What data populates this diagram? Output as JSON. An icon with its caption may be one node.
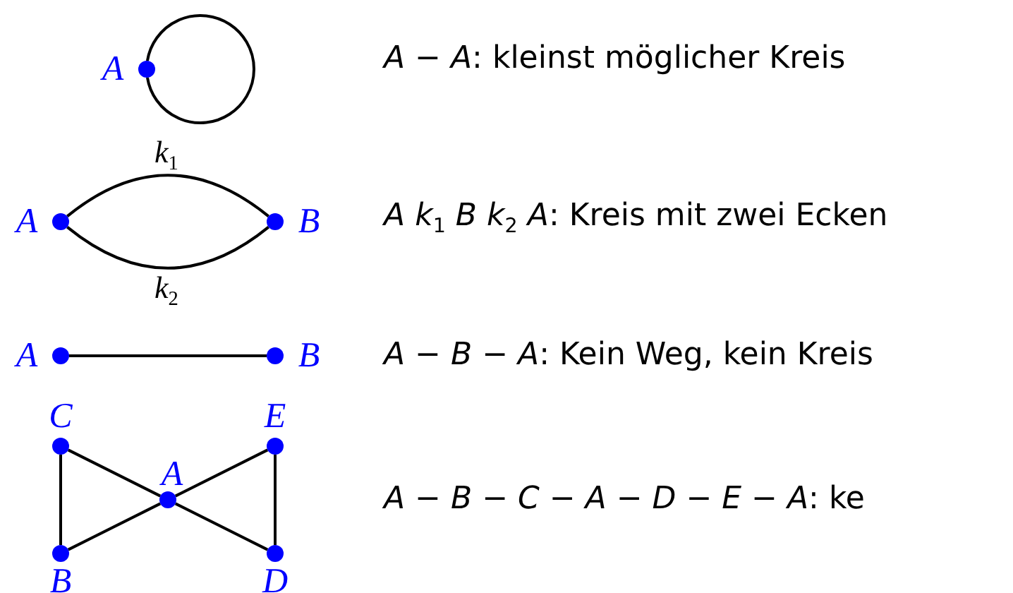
{
  "diagram": {
    "nodes": [
      {
        "text": [],
        "shape": "circle",
        "beside": [
          "A"
        ]
      },
      {
        "text": [],
        "shape": "circle",
        "beside": [
          "A"
        ]
      },
      {
        "text": [],
        "shape": "circle",
        "beside": [
          "B"
        ]
      },
      {
        "text": [],
        "shape": "circle",
        "beside": [
          "A"
        ]
      },
      {
        "text": [],
        "shape": "circle",
        "beside": [
          "B"
        ]
      },
      {
        "text": [],
        "shape": "circle",
        "beside": [
          "C"
        ]
      },
      {
        "text": [],
        "shape": "circle",
        "beside": [
          "E"
        ]
      },
      {
        "text": [],
        "shape": "circle",
        "beside": [
          "A"
        ]
      },
      {
        "text": [],
        "shape": "circle",
        "beside": [
          "B"
        ]
      },
      {
        "text": [],
        "shape": "circle",
        "beside": [
          "D"
        ]
      }
    ],
    "edges": [
      {
        "from": 0,
        "to": 0,
        "arrow": "none"
      },
      {
        "from": 1,
        "to": 2,
        "arrow": "none",
        "label": "*k*$_{1}$"
      },
      {
        "from": 1,
        "to": 2,
        "arrow": "none",
        "label": "*k*$_{2}$"
      },
      {
        "from": 3,
        "to": 4,
        "arrow": "none"
      },
      {
        "from": 5,
        "to": 8,
        "arrow": "none"
      },
      {
        "from": 5,
        "to": 7,
        "arrow": "none"
      },
      {
        "from": 8,
        "to": 7,
        "arrow": "none"
      },
      {
        "from": 6,
        "to": 7,
        "arrow": "none"
      },
      {
        "from": 7,
        "to": 9,
        "arrow": "none"
      },
      {
        "from": 6,
        "to": 9,
        "arrow": "none"
      }
    ],
    "labels": [
      "*A* − *A*: kleinst möglicher Kreis",
      "*A* *k*$_{1}$ *B* *k*$_{2}$ *A*: Kreis mit zwei Ecken",
      "*A* − *B* − *A*: Kein Weg, kein Kreis",
      "*A* − *B* − *C* − *A* − *D* − *E* − *A*: ke"
    ]
  }
}
